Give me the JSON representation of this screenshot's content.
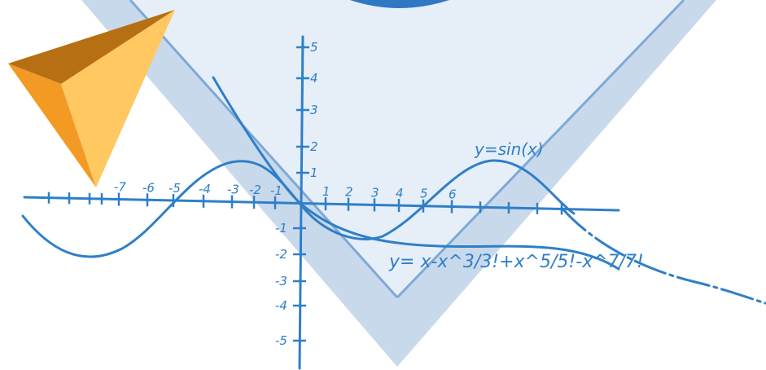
{
  "colors": {
    "ink": "#2f7fc8",
    "band": "#c9d9ec",
    "band_light": "#e6eef8",
    "band_edge": "#7fa9d6",
    "pyramid_top": "#b66f12",
    "pyramid_left": "#f39a24",
    "pyramid_right": "#ffc860"
  },
  "icons": [
    "pyramid-icon"
  ],
  "labels": {
    "sin": "y=sin(x)",
    "taylor": "y= x-x^3/3!+x^5/5!-x^7/7!"
  },
  "axis_ticks": {
    "y_pos": [
      "5",
      "4",
      "3",
      "2",
      "1"
    ],
    "y_neg": [
      "-1",
      "-2",
      "-3",
      "-4",
      "-5"
    ],
    "x_neg": [
      "-7",
      "-6",
      "-5",
      "-4",
      "-3",
      "-2",
      "-1"
    ],
    "x_pos": [
      "1",
      "2",
      "3",
      "4",
      "5",
      "6"
    ]
  }
}
